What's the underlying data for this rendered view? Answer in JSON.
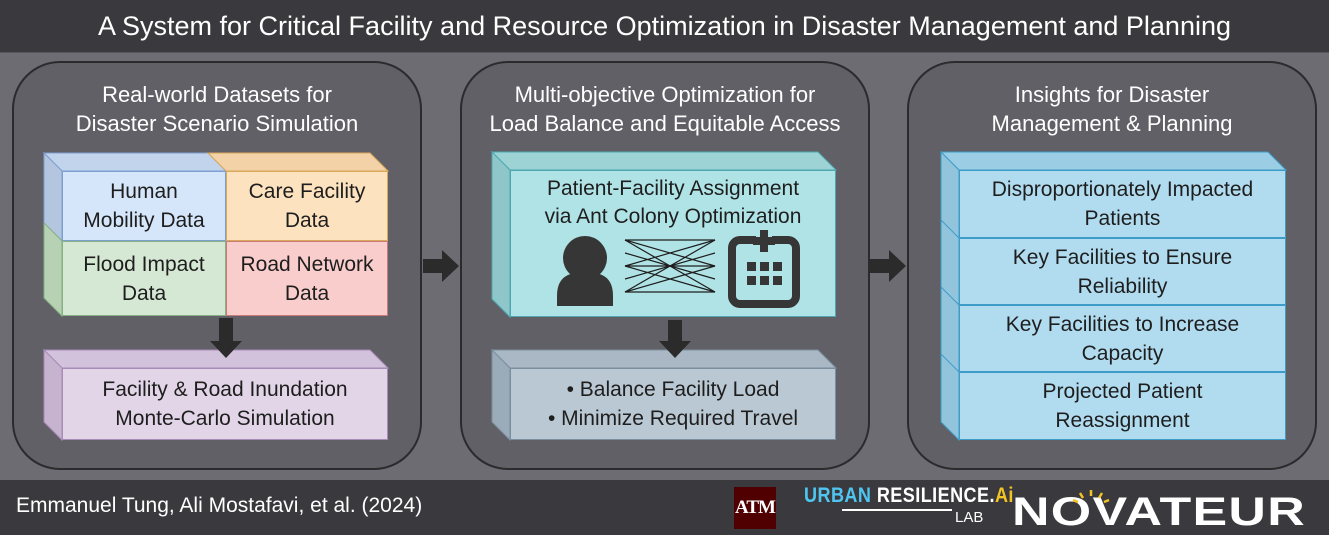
{
  "title": "A System for Critical Facility and Resource Optimization in Disaster Management and Planning",
  "panels": {
    "left": {
      "title_line1": "Real-world Datasets for",
      "title_line2": "Disaster Scenario Simulation",
      "human_mobility": [
        "Human",
        "Mobility Data"
      ],
      "care_facility": [
        "Care Facility",
        "Data"
      ],
      "flood_impact": [
        "Flood Impact",
        "Data"
      ],
      "road_network": [
        "Road Network",
        "Data"
      ],
      "simulation": [
        "Facility & Road Inundation",
        "Monte-Carlo Simulation"
      ]
    },
    "middle": {
      "title_line1": "Multi-objective Optimization for",
      "title_line2": "Load Balance and Equitable Access",
      "assignment": [
        "Patient-Facility Assignment",
        "via Ant Colony Optimization"
      ],
      "objectives": [
        "• Balance Facility Load",
        "• Minimize Required Travel"
      ]
    },
    "right": {
      "title_line1": "Insights for Disaster",
      "title_line2": "Management & Planning",
      "insights": [
        [
          "Disproportionately Impacted",
          "Patients"
        ],
        [
          "Key Facilities to Ensure",
          "Reliability"
        ],
        [
          "Key Facilities to Increase",
          "Capacity"
        ],
        [
          "Projected Patient",
          "Reassignment"
        ]
      ]
    }
  },
  "icons": {
    "patient": "person-icon",
    "network": "bipartite-network-icon",
    "facility": "hospital-icon"
  },
  "footer": {
    "author": "Emmanuel Tung, Ali Mostafavi, et al. (2024)",
    "tamu_logo_text": "ATM",
    "ura_urban": "URBAN ",
    "ura_resilience": "RESILIENCE.",
    "ura_ai": "Ai",
    "ura_lab": "LAB",
    "novateur": "NOVATEUR"
  },
  "colors": {
    "background": "#6d6c73",
    "panel": "#616066",
    "title_bar": "#3a3a3e",
    "blue_box": "#d6e6fa",
    "orange_box": "#fde2bf",
    "green_box": "#d5e8d3",
    "red_box": "#f8cdcc",
    "purple_box": "#e1d5e7",
    "teal_box": "#b0e3e6",
    "slate_box": "#bac8d3",
    "sky_box": "#b1dcf0",
    "icon_dark": "#363636",
    "novateur_sun": "#f3c321"
  }
}
